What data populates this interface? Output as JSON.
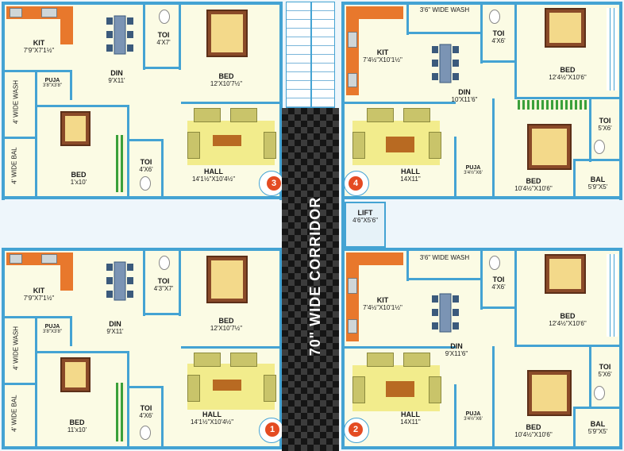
{
  "corridor_label": "70\" WIDE CORRIDOR",
  "units": [
    {
      "number": "3",
      "kit": {
        "name": "KIT",
        "size": "7'9\"X7'1½\""
      },
      "din": {
        "name": "DIN",
        "size": "9'X11'"
      },
      "toi1": {
        "name": "TOI",
        "size": "4'X7'"
      },
      "bed1": {
        "name": "BED",
        "size": "12'X10'7½\""
      },
      "puja": {
        "name": "PUJA",
        "size": "3'8\"X3'8\""
      },
      "wash": {
        "name": "4' WIDE WASH"
      },
      "bal": {
        "name": "4' WIDE BAL"
      },
      "bed2": {
        "name": "BED",
        "size": "1'x10'"
      },
      "toi2": {
        "name": "TOI",
        "size": "4'X6'"
      },
      "hall": {
        "name": "HALL",
        "size": "14'1½\"X10'4½\""
      }
    },
    {
      "number": "4",
      "wash": {
        "name": "3'6\" WIDE WASH"
      },
      "kit": {
        "name": "KIT",
        "size": "7'4½\"X10'1½\""
      },
      "toi1": {
        "name": "TOI",
        "size": "4'X6'"
      },
      "bed1": {
        "name": "BED",
        "size": "12'4½\"X10'6\""
      },
      "din": {
        "name": "DIN",
        "size": "10'X11'6\""
      },
      "toi2": {
        "name": "TOI",
        "size": "5'X6'"
      },
      "hall": {
        "name": "HALL",
        "size": "14X11\""
      },
      "puja": {
        "name": "PUJA",
        "size": "3'4½\"X6'"
      },
      "bed2": {
        "name": "BED",
        "size": "10'4½\"X10'6\""
      },
      "bal": {
        "name": "BAL",
        "size": "5'9\"X5'"
      }
    },
    {
      "number": "1",
      "kit": {
        "name": "KIT",
        "size": "7'9\"X7'1½\""
      },
      "din": {
        "name": "DIN",
        "size": "9'X11'"
      },
      "toi1": {
        "name": "TOI",
        "size": "4'3\"X7'"
      },
      "bed1": {
        "name": "BED",
        "size": "12'X10'7½\""
      },
      "puja": {
        "name": "PUJA",
        "size": "3'8\"X3'8\""
      },
      "wash": {
        "name": "4' WIDE WASH"
      },
      "bal": {
        "name": "4' WIDE BAL"
      },
      "bed2": {
        "name": "BED",
        "size": "11'x10'"
      },
      "toi2": {
        "name": "TOI",
        "size": "4'X6'"
      },
      "hall": {
        "name": "HALL",
        "size": "14'1½\"X10'4½\""
      }
    },
    {
      "number": "2",
      "wash": {
        "name": "3'6\" WIDE WASH"
      },
      "kit": {
        "name": "KIT",
        "size": "7'4½\"X10'1½\""
      },
      "toi1": {
        "name": "TOI",
        "size": "4'X6'"
      },
      "bed1": {
        "name": "BED",
        "size": "12'4½\"X10'6\""
      },
      "din": {
        "name": "DIN",
        "size": "9'X11'6\""
      },
      "toi2": {
        "name": "TOI",
        "size": "5'X6'"
      },
      "hall": {
        "name": "HALL",
        "size": "14X11\""
      },
      "puja": {
        "name": "PUJA",
        "size": "3'4½\"X6'"
      },
      "bed2": {
        "name": "BED",
        "size": "10'4½\"X10'6\""
      },
      "bal": {
        "name": "BAL",
        "size": "5'9\"X5'"
      }
    }
  ],
  "lift": {
    "name": "LIFT",
    "size": "4'6\"X5'6\""
  },
  "colors": {
    "wall": "#44a3d3",
    "floor": "#fbfbe4",
    "kitchen": "#e8782c",
    "corridor": "#1a1a1a",
    "badge": "#e44b22"
  }
}
